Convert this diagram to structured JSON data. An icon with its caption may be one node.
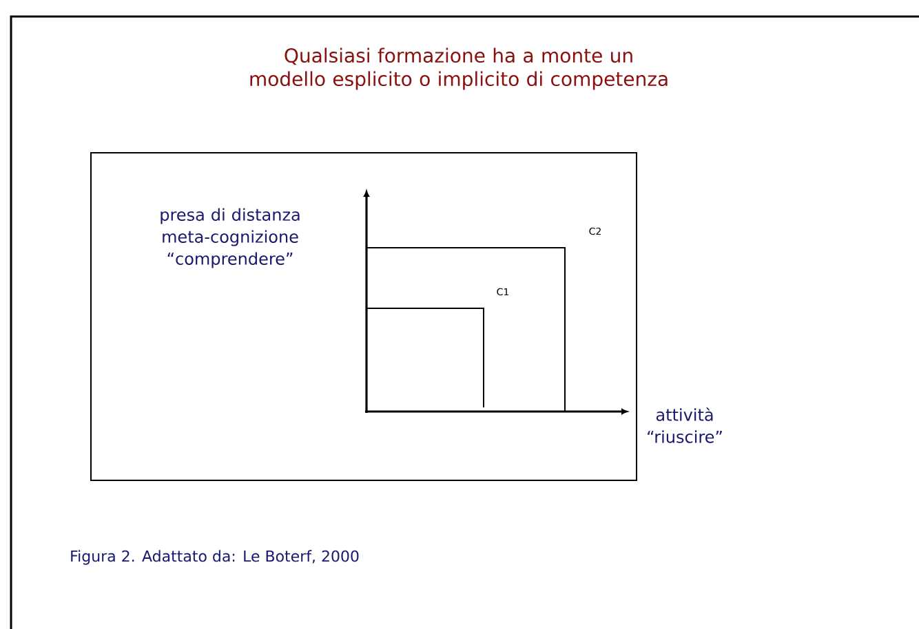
{
  "diagram": {
    "title": "Qualsiasi formazione ha a monte un modello esplicito o implicito di competenza",
    "caption": "Figura 2. Adattato da: Le Boterf, 2000",
    "labels": [
      "presa di distanza meta-cognizione “comprendere”",
      "C2",
      "C1",
      "attività “riuscire”"
    ]
  }
}
